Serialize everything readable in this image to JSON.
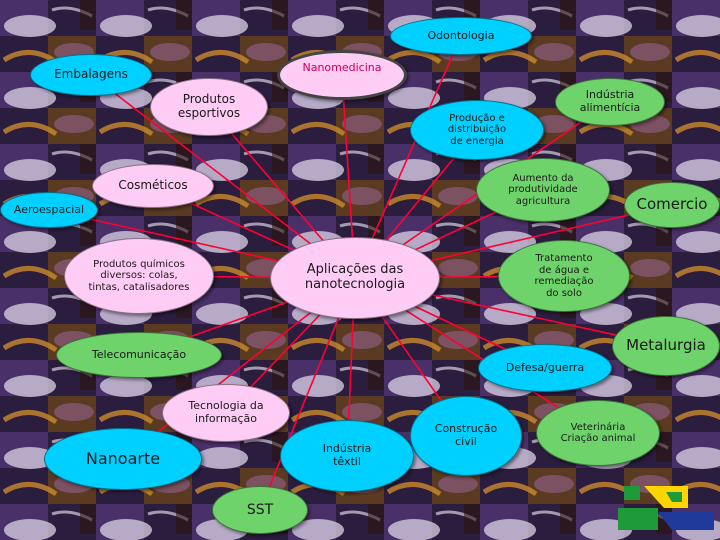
{
  "diagram": {
    "center": "Aplicações das\nnanotecnologia",
    "nodes": [
      {
        "id": "odontologia",
        "label": "Odontologia"
      },
      {
        "id": "embalagens",
        "label": "Embalagens"
      },
      {
        "id": "nanomedicina",
        "label": "Nanomedicina"
      },
      {
        "id": "produtos-esportivos",
        "label": "Produtos\nesportivos"
      },
      {
        "id": "industria-alimenticia",
        "label": "Indústria\nalimentícia"
      },
      {
        "id": "producao-energia",
        "label": "Produção e\ndistribuição\nde energia"
      },
      {
        "id": "cosmeticos",
        "label": "Cosméticos"
      },
      {
        "id": "aeroespacial",
        "label": "Aeroespacial"
      },
      {
        "id": "agricultura",
        "label": "Aumento da\nprodutividade\nagricultura"
      },
      {
        "id": "comercio",
        "label": "Comercio"
      },
      {
        "id": "produtos-quimicos",
        "label": "Produtos químicos\ndiversos: colas,\ntintas, catalisadores"
      },
      {
        "id": "tratamento-agua",
        "label": "Tratamento\nde água e\nremediação\ndo solo"
      },
      {
        "id": "telecomunicacao",
        "label": "Telecomunicação"
      },
      {
        "id": "metalurgia",
        "label": "Metalurgia"
      },
      {
        "id": "defesa",
        "label": "Defesa/guerra"
      },
      {
        "id": "tecnologia-informacao",
        "label": "Tecnologia da\ninformação"
      },
      {
        "id": "construcao-civil",
        "label": "Construção\ncivil"
      },
      {
        "id": "veterinaria",
        "label": "Veterinária\nCriação animal"
      },
      {
        "id": "nanoarte",
        "label": "Nanoarte"
      },
      {
        "id": "industria-textil",
        "label": "Indústria\ntêxtil"
      },
      {
        "id": "sst",
        "label": "SST"
      }
    ]
  },
  "colors": {
    "light_blue": "#00d0ff",
    "pink": "#ffccf5",
    "green": "#6fd36b",
    "red_line": "#ff0033",
    "logo_green": "#1f9a3a",
    "logo_yellow": "#ffd400",
    "logo_blue": "#1f3a9a"
  }
}
